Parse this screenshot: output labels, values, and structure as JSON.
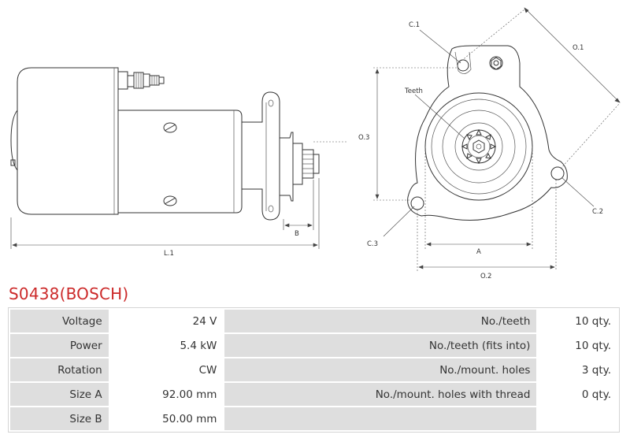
{
  "part_title": "S0438(BOSCH)",
  "drawing_labels": {
    "c1": "C.1",
    "c2": "C.2",
    "c3": "C.3",
    "o1": "O.1",
    "o2": "O.2",
    "o3": "O.3",
    "teeth": "Teeth",
    "a": "A",
    "b": "B",
    "l1": "L.1"
  },
  "specs": [
    {
      "left_label": "Voltage",
      "left_value": "24 V",
      "right_label": "No./teeth",
      "right_value": "10 qty."
    },
    {
      "left_label": "Power",
      "left_value": "5.4 kW",
      "right_label": "No./teeth (fits into)",
      "right_value": "10 qty."
    },
    {
      "left_label": "Rotation",
      "left_value": "CW",
      "right_label": "No./mount. holes",
      "right_value": "3 qty."
    },
    {
      "left_label": "Size A",
      "left_value": "92.00 mm",
      "right_label": "No./mount. holes with thread",
      "right_value": "0 qty."
    },
    {
      "left_label": "Size B",
      "left_value": "50.00 mm",
      "right_label": "",
      "right_value": ""
    }
  ]
}
